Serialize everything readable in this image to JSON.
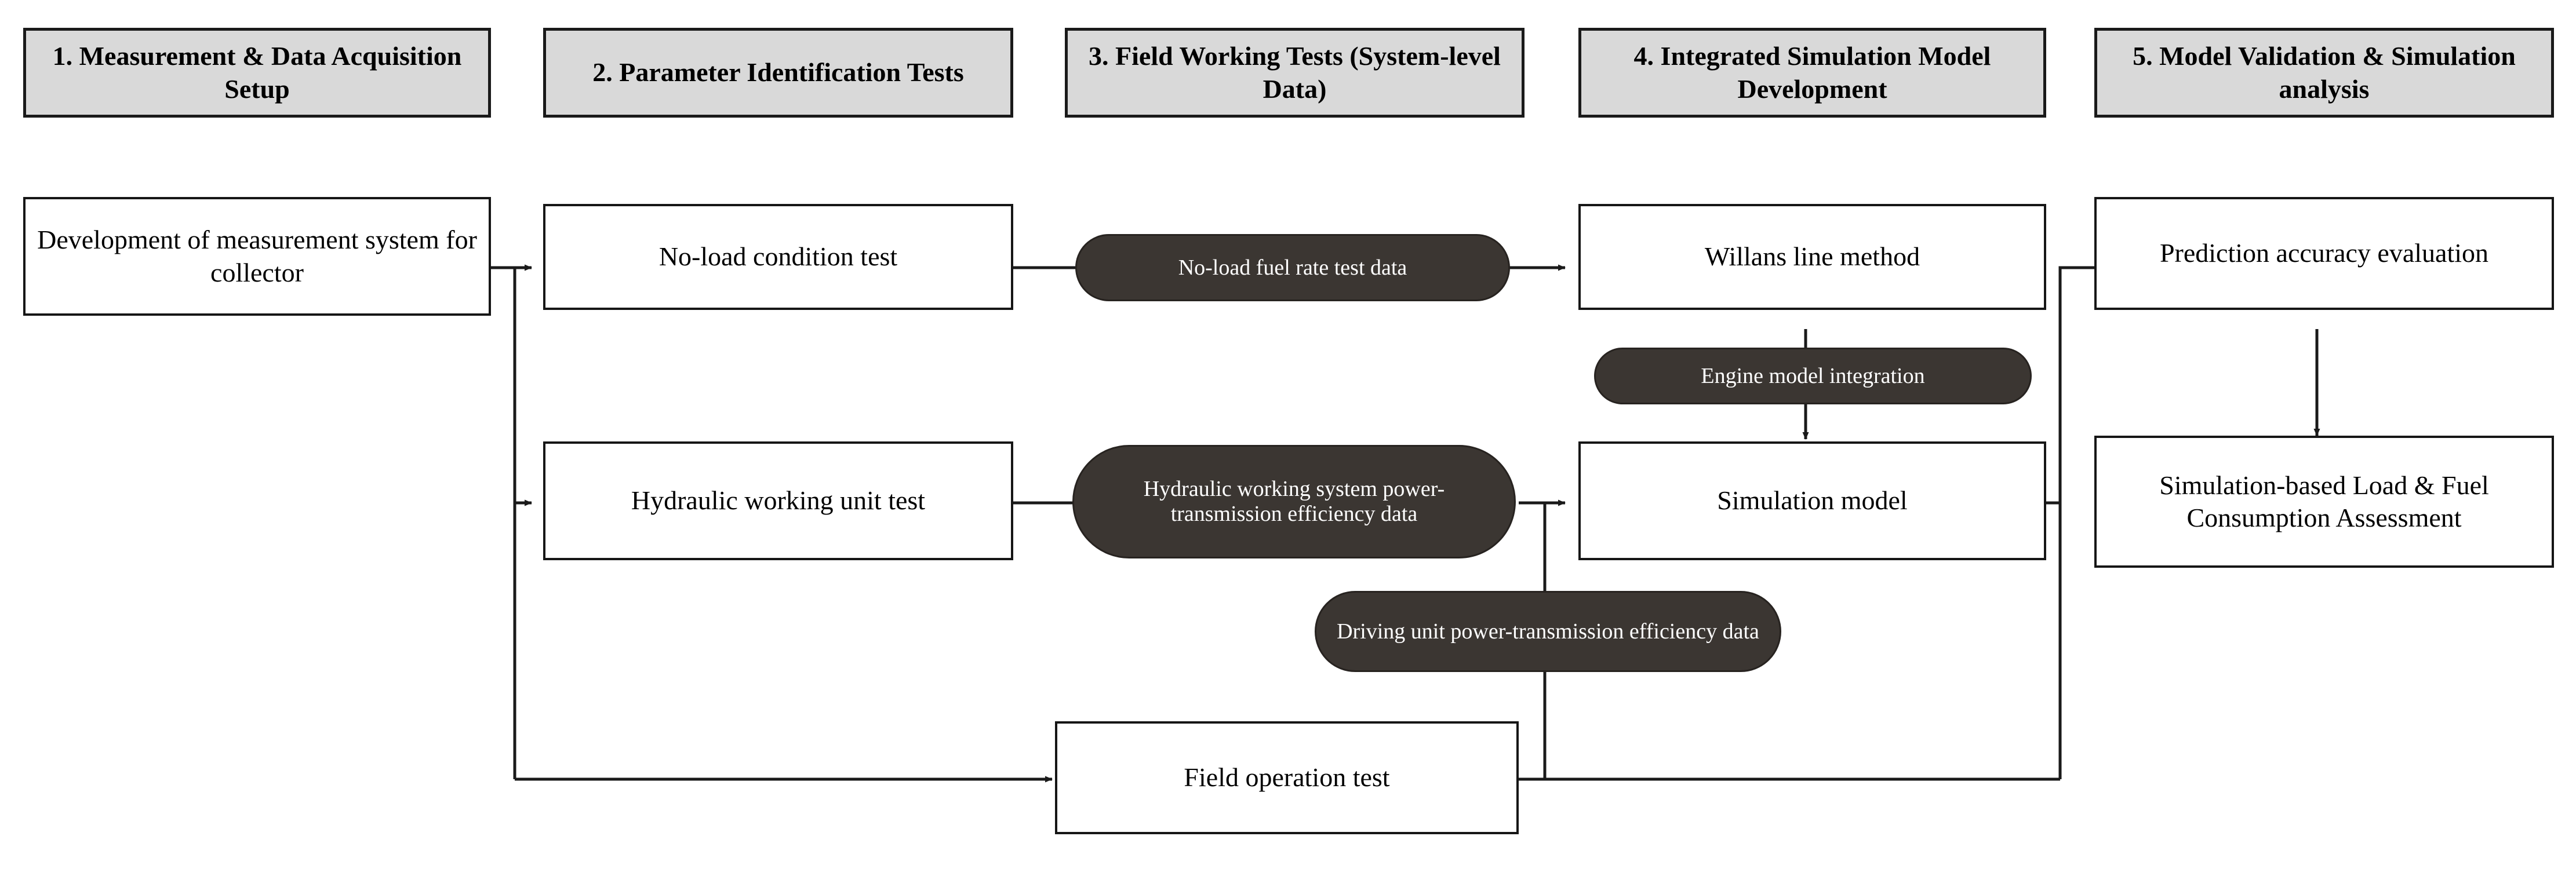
{
  "diagram": {
    "title": "Research workflow flowchart",
    "colors": {
      "header_fill": "#d9d9d9",
      "header_border": "#1a1a1a",
      "box_fill": "#ffffff",
      "box_border": "#161616",
      "pill_fill": "#3b3632",
      "pill_text": "#ffffff",
      "connector": "#1a1a1a",
      "page_background": "#ffffff"
    }
  },
  "stages": [
    {
      "id": "stage-1",
      "label": "1. Measurement & Data Acquisition Setup"
    },
    {
      "id": "stage-2",
      "label": "2. Parameter Identification Tests"
    },
    {
      "id": "stage-3",
      "label": "3. Field Working Tests (System-level Data)"
    },
    {
      "id": "stage-4",
      "label": "4. Integrated Simulation Model Development"
    },
    {
      "id": "stage-5",
      "label": "5. Model Validation & Simulation analysis"
    }
  ],
  "process_boxes": [
    {
      "id": "development-of-measurement-system",
      "label": "Development of measurement system for collector",
      "stage": 1
    },
    {
      "id": "no-load-condition-test",
      "label": "No-load condition test",
      "stage": 2
    },
    {
      "id": "hydraulic-working-unit-test",
      "label": "Hydraulic working unit test",
      "stage": 2
    },
    {
      "id": "field-operation-test",
      "label": "Field operation test",
      "stage": 3
    },
    {
      "id": "willans-line-method",
      "label": "Willans line method",
      "stage": 4
    },
    {
      "id": "simulation-model",
      "label": "Simulation model",
      "stage": 4
    },
    {
      "id": "prediction-accuracy-evaluation",
      "label": "Prediction accuracy evaluation",
      "stage": 5
    },
    {
      "id": "simulation-based-assessment",
      "label": "Simulation-based Load & Fuel Consumption Assessment",
      "stage": 5
    }
  ],
  "data_pills": [
    {
      "id": "no-load-fuel-rate-test-data",
      "label": "No-load fuel rate test data"
    },
    {
      "id": "hydraulic-efficiency-data",
      "label": "Hydraulic working system power-transmission efficiency data"
    },
    {
      "id": "driving-unit-efficiency-data",
      "label": "Driving unit power-transmission efficiency data"
    },
    {
      "id": "engine-model-integration",
      "label": "Engine model integration"
    }
  ],
  "connections": [
    {
      "from": "development-of-measurement-system",
      "to": "no-load-condition-test",
      "arrow": true
    },
    {
      "from": "development-of-measurement-system",
      "to": "hydraulic-working-unit-test",
      "arrow": true
    },
    {
      "from": "development-of-measurement-system",
      "to": "field-operation-test",
      "arrow": true
    },
    {
      "from": "no-load-condition-test",
      "to": "no-load-fuel-rate-test-data",
      "arrow": false
    },
    {
      "from": "no-load-fuel-rate-test-data",
      "to": "willans-line-method",
      "arrow": true
    },
    {
      "from": "willans-line-method",
      "to": "engine-model-integration",
      "arrow": false
    },
    {
      "from": "engine-model-integration",
      "to": "simulation-model",
      "arrow": true
    },
    {
      "from": "hydraulic-working-unit-test",
      "to": "hydraulic-efficiency-data",
      "arrow": false
    },
    {
      "from": "hydraulic-efficiency-data",
      "to": "simulation-model",
      "arrow": true
    },
    {
      "from": "field-operation-test",
      "to": "driving-unit-efficiency-data",
      "arrow": false
    },
    {
      "from": "driving-unit-efficiency-data",
      "to": "simulation-model",
      "arrow": true
    },
    {
      "from": "simulation-model",
      "to": "prediction-accuracy-evaluation",
      "arrow": true
    },
    {
      "from": "field-operation-test",
      "to": "prediction-accuracy-evaluation",
      "arrow": true
    },
    {
      "from": "prediction-accuracy-evaluation",
      "to": "simulation-based-assessment",
      "arrow": true
    }
  ]
}
